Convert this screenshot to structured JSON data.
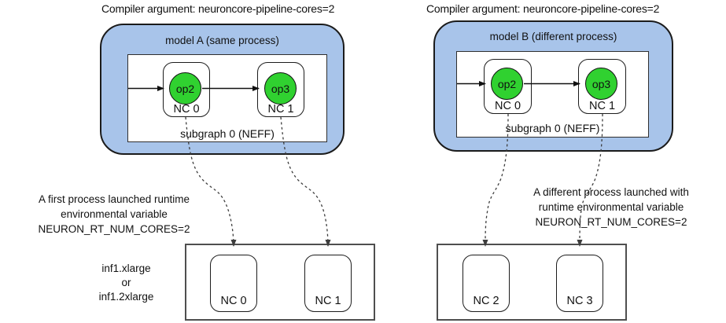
{
  "colors": {
    "model_fill": "#a8c4ea",
    "model_border": "#1b1b1b",
    "op_fill": "#30d130",
    "hw_border": "#4f4f4f",
    "arrow_color": "#111111",
    "dash_color": "#3d3d3d",
    "text_color": "#111111"
  },
  "panels": [
    {
      "compiler_argument": "Compiler argument: neuroncore-pipeline-cores=2",
      "model_label": "model A (same process)",
      "subgraph_label": "subgraph 0 (NEFF)",
      "cores": [
        {
          "op_label": "op2",
          "nc_label": "NC 0"
        },
        {
          "op_label": "op3",
          "nc_label": "NC 1"
        }
      ],
      "process_note_lines": {
        "0": "A first process launched runtime",
        "1": "environmental variable",
        "2": "NEURON_RT_NUM_CORES=2"
      },
      "hw_cores": {
        "0": "NC 0",
        "1": "NC 1"
      }
    },
    {
      "compiler_argument": "Compiler argument: neuroncore-pipeline-cores=2",
      "model_label": "model B (different process)",
      "subgraph_label": "subgraph 0 (NEFF)",
      "cores": [
        {
          "op_label": "op2",
          "nc_label": "NC 0"
        },
        {
          "op_label": "op3",
          "nc_label": "NC 1"
        }
      ],
      "process_note_lines": {
        "0": "A different process launched with",
        "1": "runtime environmental variable",
        "2": "NEURON_RT_NUM_CORES=2"
      },
      "hw_cores": {
        "0": "NC 2",
        "1": "NC 3"
      }
    }
  ],
  "instance_label_lines": {
    "0": "inf1.xlarge",
    "1": "or",
    "2": "inf1.2xlarge"
  }
}
